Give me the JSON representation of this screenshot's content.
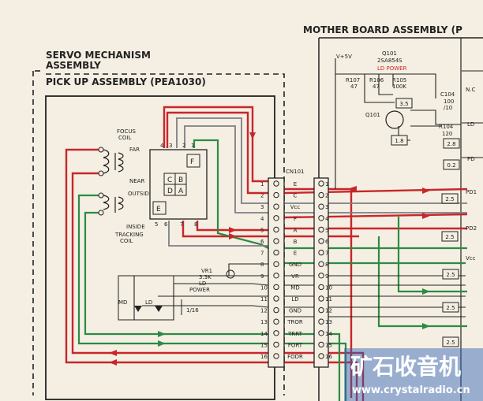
{
  "titles": {
    "servo": [
      "SERVO MECHANISM",
      "ASSEMBLY"
    ],
    "pickup": "PICK UP ASSEMBLY (PEA1030)",
    "mother": "MOTHER BOARD ASSEMBLY (P"
  },
  "coils": {
    "focus": [
      "FOCUS",
      "COIL"
    ],
    "far": "FAR",
    "near": "NEAR",
    "outside": "OUTSIDE",
    "inside": "INSIDE",
    "tracking": [
      "TRACKING",
      "COIL"
    ]
  },
  "sensor": {
    "top_pins": [
      "4",
      "3",
      "2",
      "1"
    ],
    "bottom_pins": [
      "5",
      "6",
      "7",
      "8"
    ],
    "cells": [
      "C",
      "B",
      "D",
      "A"
    ],
    "f": "F",
    "e": "E"
  },
  "connector": {
    "name": "CN101",
    "pins": [
      "1",
      "2",
      "3",
      "4",
      "5",
      "6",
      "7",
      "8",
      "9",
      "10",
      "11",
      "12",
      "13",
      "14",
      "15",
      "16"
    ],
    "signals": [
      "E",
      "C",
      "Vcc",
      "F",
      "A",
      "B",
      "E",
      "GND",
      "VR",
      "MD",
      "LD",
      "GND",
      "TROR",
      "TRRT",
      "FORT",
      "FODR"
    ]
  },
  "ld_power": {
    "vr1": [
      "VR1",
      "3.3K"
    ],
    "label": [
      "LD",
      "POWER"
    ],
    "md": "MD",
    "ld": "LD",
    "cap": "1/16"
  },
  "mother": {
    "v5": "V+5V",
    "q101": [
      "Q101",
      "2SA854S"
    ],
    "ld_power": "LD POWER",
    "r107": [
      "R107",
      "47"
    ],
    "r106": [
      "R106",
      "47"
    ],
    "r105": [
      "R105",
      "100K"
    ],
    "c104": [
      "C104",
      "100",
      "/10"
    ],
    "r104": [
      "R104",
      "120"
    ],
    "q101b": "Q101",
    "tags": [
      "3.5",
      "1.8",
      "2.8",
      "0.2",
      "2.5",
      "2.5",
      "2.5",
      "2.5",
      "2.5"
    ],
    "right_labels": [
      "N.C",
      "LD",
      "PD",
      "PD1",
      "PD2",
      "Vcc"
    ]
  },
  "watermark": {
    "cn": "矿石收音机",
    "url": "www.crystalradio.cn"
  }
}
